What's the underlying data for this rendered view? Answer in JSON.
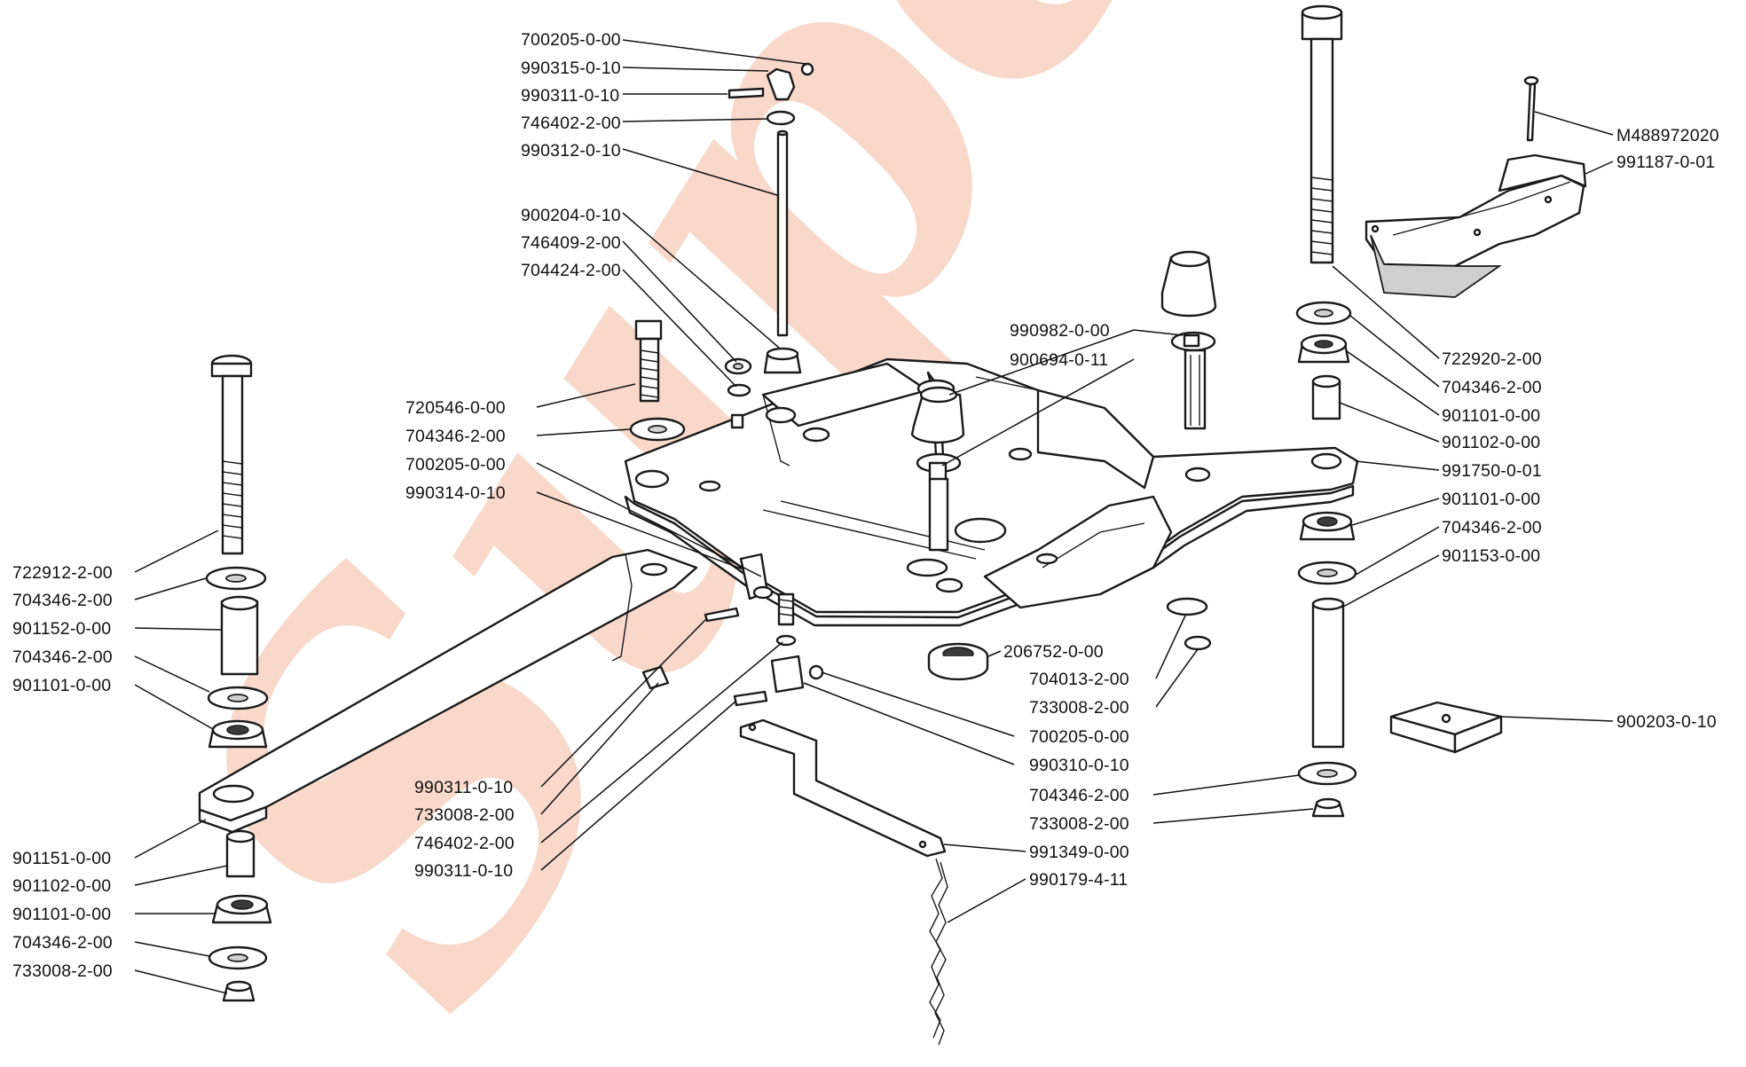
{
  "watermark": "Superior",
  "callouts": [
    {
      "id": "a01",
      "text": "700205-0-00"
    },
    {
      "id": "a02",
      "text": "990315-0-10"
    },
    {
      "id": "a03",
      "text": "990311-0-10"
    },
    {
      "id": "a04",
      "text": "746402-2-00"
    },
    {
      "id": "a05",
      "text": "990312-0-10"
    },
    {
      "id": "a06",
      "text": "900204-0-10"
    },
    {
      "id": "a07",
      "text": "746409-2-00"
    },
    {
      "id": "a08",
      "text": "704424-2-00"
    },
    {
      "id": "a09",
      "text": "720546-0-00"
    },
    {
      "id": "a10",
      "text": "704346-2-00"
    },
    {
      "id": "a11",
      "text": "700205-0-00"
    },
    {
      "id": "a12",
      "text": "990314-0-10"
    },
    {
      "id": "a13",
      "text": "722912-2-00"
    },
    {
      "id": "a14",
      "text": "704346-2-00"
    },
    {
      "id": "a15",
      "text": "901152-0-00"
    },
    {
      "id": "a16",
      "text": "704346-2-00"
    },
    {
      "id": "a17",
      "text": "901101-0-00"
    },
    {
      "id": "a18",
      "text": "901151-0-00"
    },
    {
      "id": "a19",
      "text": "901102-0-00"
    },
    {
      "id": "a20",
      "text": "901101-0-00"
    },
    {
      "id": "a21",
      "text": "704346-2-00"
    },
    {
      "id": "a22",
      "text": "733008-2-00"
    },
    {
      "id": "a23",
      "text": "990311-0-10"
    },
    {
      "id": "a24",
      "text": "733008-2-00"
    },
    {
      "id": "a25",
      "text": "746402-2-00"
    },
    {
      "id": "a26",
      "text": "990311-0-10"
    },
    {
      "id": "b01",
      "text": "990982-0-00"
    },
    {
      "id": "b02",
      "text": "900694-0-11"
    },
    {
      "id": "b03",
      "text": "206752-0-00"
    },
    {
      "id": "b04",
      "text": "704013-2-00"
    },
    {
      "id": "b05",
      "text": "733008-2-00"
    },
    {
      "id": "b06",
      "text": "700205-0-00"
    },
    {
      "id": "b07",
      "text": "990310-0-10"
    },
    {
      "id": "b08",
      "text": "704346-2-00"
    },
    {
      "id": "b09",
      "text": "733008-2-00"
    },
    {
      "id": "b10",
      "text": "991349-0-00"
    },
    {
      "id": "b11",
      "text": "990179-4-11"
    },
    {
      "id": "c01",
      "text": "M488972020"
    },
    {
      "id": "c02",
      "text": "991187-0-01"
    },
    {
      "id": "c03",
      "text": "722920-2-00"
    },
    {
      "id": "c04",
      "text": "704346-2-00"
    },
    {
      "id": "c05",
      "text": "901101-0-00"
    },
    {
      "id": "c06",
      "text": "901102-0-00"
    },
    {
      "id": "c07",
      "text": "991750-0-01"
    },
    {
      "id": "c08",
      "text": "901101-0-00"
    },
    {
      "id": "c09",
      "text": "704346-2-00"
    },
    {
      "id": "c10",
      "text": "901153-0-00"
    },
    {
      "id": "c11",
      "text": "900203-0-10"
    }
  ]
}
